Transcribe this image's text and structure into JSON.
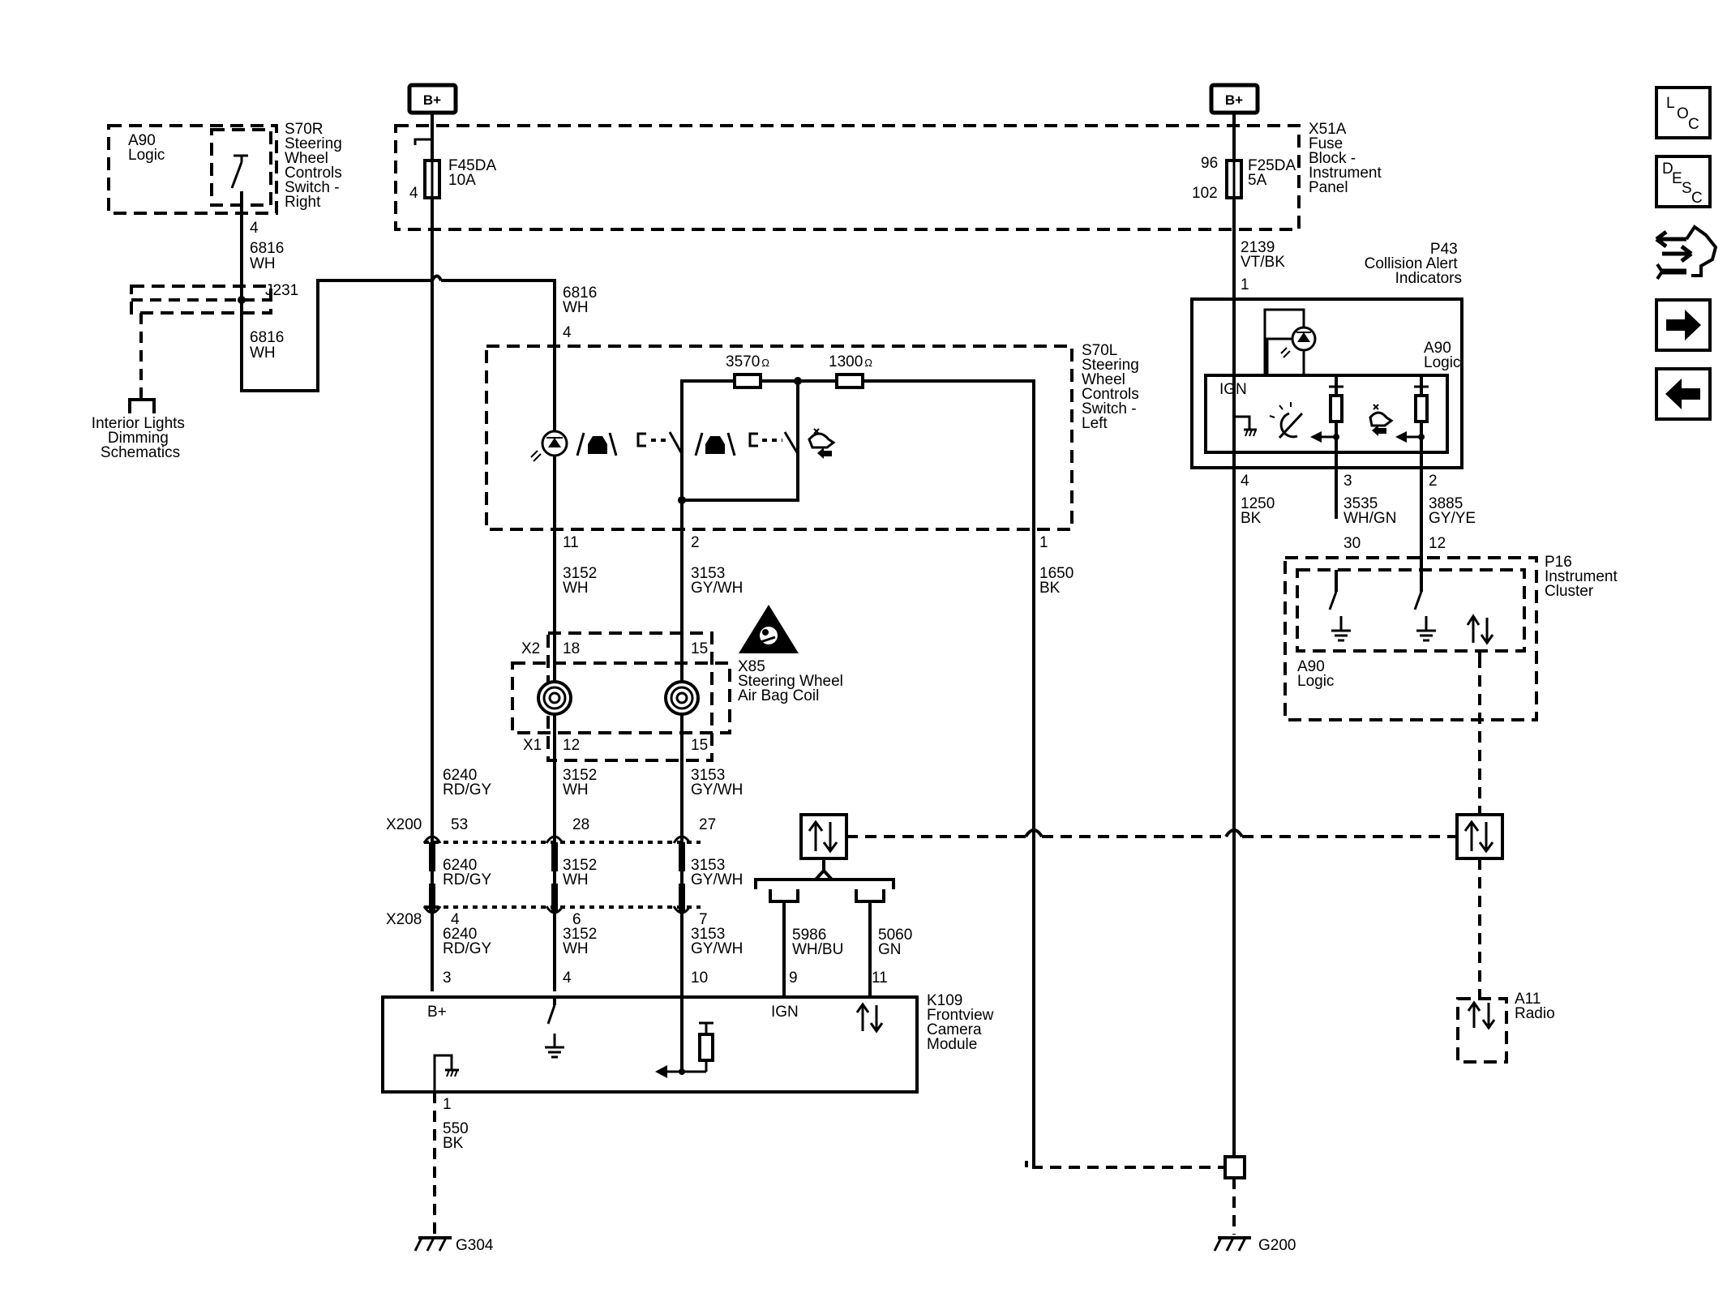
{
  "labels": {
    "bplus_left": "B+",
    "bplus_right": "B+",
    "a90_logic_s70r": [
      "A90",
      "Logic"
    ],
    "s70r": [
      "S70R",
      "Steering",
      "Wheel",
      "Controls",
      "Switch -",
      "Right"
    ],
    "x51a": [
      "X51A",
      "Fuse",
      "Block -",
      "Instrument",
      "Panel"
    ],
    "f45da": [
      "F45DA",
      "10A"
    ],
    "f25da": [
      "F25DA",
      "5A"
    ],
    "j231": "J231",
    "interior_lights": [
      "Interior Lights",
      "Dimming",
      "Schematics"
    ],
    "p43": [
      "P43",
      "Collision Alert",
      "Indicators"
    ],
    "a90_logic_p43": [
      "A90",
      "Logic"
    ],
    "ign_p43": "IGN",
    "s70l": [
      "S70L",
      "Steering",
      "Wheel",
      "Controls",
      "Switch -",
      "Left"
    ],
    "res1": "3570",
    "res2": "1300",
    "ohm": "Ω",
    "x85": [
      "X85",
      "Steering Wheel",
      "Air Bag Coil"
    ],
    "x2": "X2",
    "x1": "X1",
    "p16": [
      "P16",
      "Instrument",
      "Cluster"
    ],
    "a90_logic_p16": [
      "A90",
      "Logic"
    ],
    "x200": "X200",
    "x208": "X208",
    "k109": [
      "K109",
      "Frontview",
      "Camera",
      "Module"
    ],
    "k109_bplus": "B+",
    "k109_ign": "IGN",
    "a11": [
      "A11",
      "Radio"
    ],
    "g304": "G304",
    "g200": "G200"
  },
  "pins": {
    "s70r_4": "4",
    "f45da_4": "4",
    "f25da_96": "96",
    "f25da_102": "102",
    "s70l_4": "4",
    "s70l_11": "11",
    "s70l_2": "2",
    "s70l_1": "1",
    "p43_1": "1",
    "p43_4": "4",
    "p43_3": "3",
    "p43_2": "2",
    "p16_30": "30",
    "p16_12": "12",
    "x2_18": "18",
    "x2_15": "15",
    "x1_12": "12",
    "x1_15": "15",
    "x200_53": "53",
    "x200_28": "28",
    "x200_27": "27",
    "x208_4": "4",
    "x208_6": "6",
    "x208_7": "7",
    "k109_3": "3",
    "k109_4": "4",
    "k109_10": "10",
    "k109_9": "9",
    "k109_11": "11",
    "k109_1": "1"
  },
  "wires": {
    "w6816_a": [
      "6816",
      "WH"
    ],
    "w6816_b": [
      "6816",
      "WH"
    ],
    "w6816_c": [
      "6816",
      "WH"
    ],
    "w2139": [
      "2139",
      "VT/BK"
    ],
    "w1250": [
      "1250",
      "BK"
    ],
    "w3535": [
      "3535",
      "WH/GN"
    ],
    "w3885": [
      "3885",
      "GY/YE"
    ],
    "w3152_a": [
      "3152",
      "WH"
    ],
    "w3153_a": [
      "3153",
      "GY/WH"
    ],
    "w1650": [
      "1650",
      "BK"
    ],
    "w6240_a": [
      "6240",
      "RD/GY"
    ],
    "w3152_b": [
      "3152",
      "WH"
    ],
    "w3153_b": [
      "3153",
      "GY/WH"
    ],
    "w6240_b": [
      "6240",
      "RD/GY"
    ],
    "w3152_c": [
      "3152",
      "WH"
    ],
    "w3153_c": [
      "3153",
      "GY/WH"
    ],
    "w6240_c": [
      "6240",
      "RD/GY"
    ],
    "w3152_d": [
      "3152",
      "WH"
    ],
    "w3153_d": [
      "3153",
      "GY/WH"
    ],
    "w5986": [
      "5986",
      "WH/BU"
    ],
    "w5060": [
      "5060",
      "GN"
    ],
    "w550": [
      "550",
      "BK"
    ]
  },
  "sidebar": {
    "loc": [
      "L",
      "O",
      "C"
    ],
    "desc": [
      "D",
      "E",
      "S",
      "C"
    ]
  }
}
